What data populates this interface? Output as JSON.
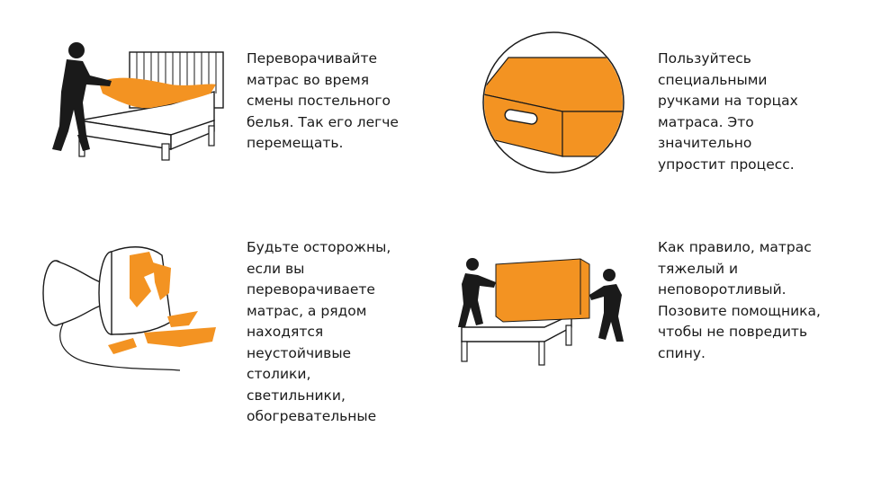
{
  "colors": {
    "accent": "#f39322",
    "ink": "#1a1a1a",
    "background": "#ffffff"
  },
  "tips": [
    {
      "illustration": "person-flipping-mattress-on-bed-icon",
      "text": "Переворачивайте\nматрас во время\nсмены постельного\nбелья. Так его легче\nперемещать."
    },
    {
      "illustration": "mattress-handle-closeup-icon",
      "text": "Пользуйтесь\nспециальными\nручками на торцах\nматраса. Это\nзначительно\nупростит процесс."
    },
    {
      "illustration": "broken-lamp-icon",
      "text": "Будьте осторожны,\nесли вы\nпереворачиваете\nматрас, а рядом\nнаходятся\nнеустойчивые\nстолики,\nсветильники,\nобогревательные"
    },
    {
      "illustration": "two-people-carrying-mattress-icon",
      "text": "Как правило, матрас\nтяжелый и\nнеповоротливый.\nПозовите помощника,\nчтобы не повредить\nспину."
    }
  ]
}
